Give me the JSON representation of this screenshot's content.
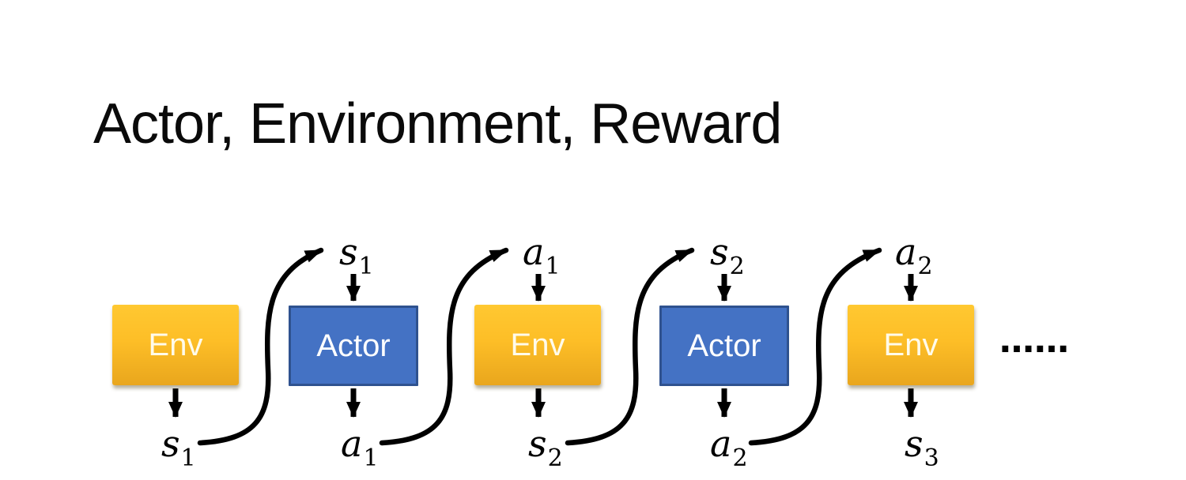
{
  "slide": {
    "title": "Actor, Environment, Reward",
    "ellipsis": "……"
  },
  "diagram": {
    "boxes": [
      {
        "label": "Env",
        "type": "env"
      },
      {
        "label": "Actor",
        "type": "actor"
      },
      {
        "label": "Env",
        "type": "env"
      },
      {
        "label": "Actor",
        "type": "actor"
      },
      {
        "label": "Env",
        "type": "env"
      }
    ],
    "top_labels": [
      {
        "base": "s",
        "sub": "1"
      },
      {
        "base": "a",
        "sub": "1"
      },
      {
        "base": "s",
        "sub": "2"
      },
      {
        "base": "a",
        "sub": "2"
      }
    ],
    "bottom_labels": [
      {
        "base": "s",
        "sub": "1"
      },
      {
        "base": "a",
        "sub": "1"
      },
      {
        "base": "s",
        "sub": "2"
      },
      {
        "base": "a",
        "sub": "2"
      },
      {
        "base": "s",
        "sub": "3"
      }
    ],
    "colors": {
      "env_gradient_top": "#FFC831",
      "env_gradient_bottom": "#E9A61D",
      "actor_fill": "#4472C4",
      "actor_border": "#2F528F",
      "arrow": "#000000",
      "title_text": "#0A0A0A",
      "box_text": "#FFFFFF"
    }
  }
}
